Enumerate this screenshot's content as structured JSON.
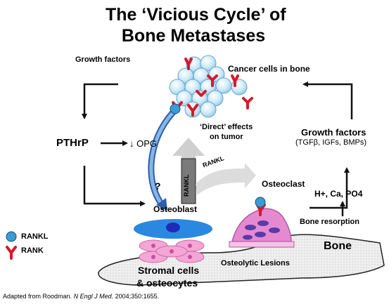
{
  "title_line1": "The ‘Vicious Cycle’ of",
  "title_line2": "Bone Metastases",
  "labels": {
    "growth_factors_left": "Growth factors",
    "cancer_cells": "Cancer cells in bone",
    "pthrp": "PTHrP",
    "opg": "↓ OPG",
    "direct_effects_1": "‘Direct’ effects",
    "direct_effects_2": "on tumor",
    "growth_factors_right": "Growth factors",
    "growth_factors_detail": "(TGFβ, IGFs, BMPs)",
    "rankl_bar": "RANKL",
    "rankl_arrow": "RANKL",
    "question": "?",
    "osteoclast": "Osteoclast",
    "osteoblast": "Osteoblast",
    "h_plus": "H+, Ca, PO4",
    "bone_resorption": "Bone resorption",
    "bone": "Bone",
    "osteolytic": "Osteolytic Lesions",
    "stromal_1": "Stromal cells",
    "stromal_2": "& osteocytes",
    "citation_prefix": "Adapted from Roodman. ",
    "citation_journal": "N Engl J Med.",
    "citation_suffix": " 2004;350:1655."
  },
  "legend": [
    {
      "label": "RANKL",
      "icon": "rankl-circle-icon",
      "color": "#3a9bd5"
    },
    {
      "label": "RANK",
      "icon": "rank-receptor-icon",
      "color": "#d7192b"
    }
  ],
  "colors": {
    "cancer_cell": "#bfe3f4",
    "rankl": "#3a9bd5",
    "rank": "#d7192b",
    "osteoblast": "#2b88e0",
    "osteoblast_nucleus": "#1e2bb8",
    "stromal": "#f4a6d4",
    "osteoclast": "#e58ad0",
    "bone_fill": "#ececec",
    "curved_arrow": "#2e5fa8",
    "grey_arrow": "#c8c8c8"
  }
}
